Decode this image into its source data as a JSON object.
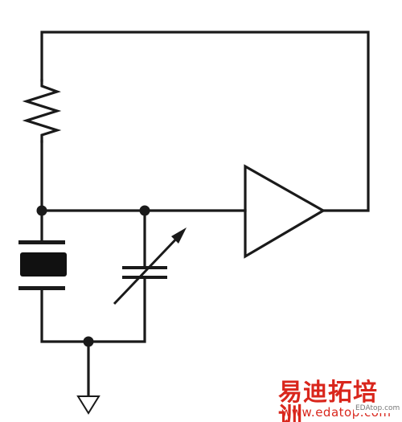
{
  "diagram": {
    "type": "crystal oscillator schematic",
    "components": [
      "resistor",
      "crystal",
      "variable-capacitor",
      "buffer-amplifier",
      "ground"
    ]
  },
  "watermark": {
    "brand": "易迪拓培训",
    "url": "www.edatop.com",
    "tag": "EDAtop.com",
    "color": "#d9261c"
  }
}
